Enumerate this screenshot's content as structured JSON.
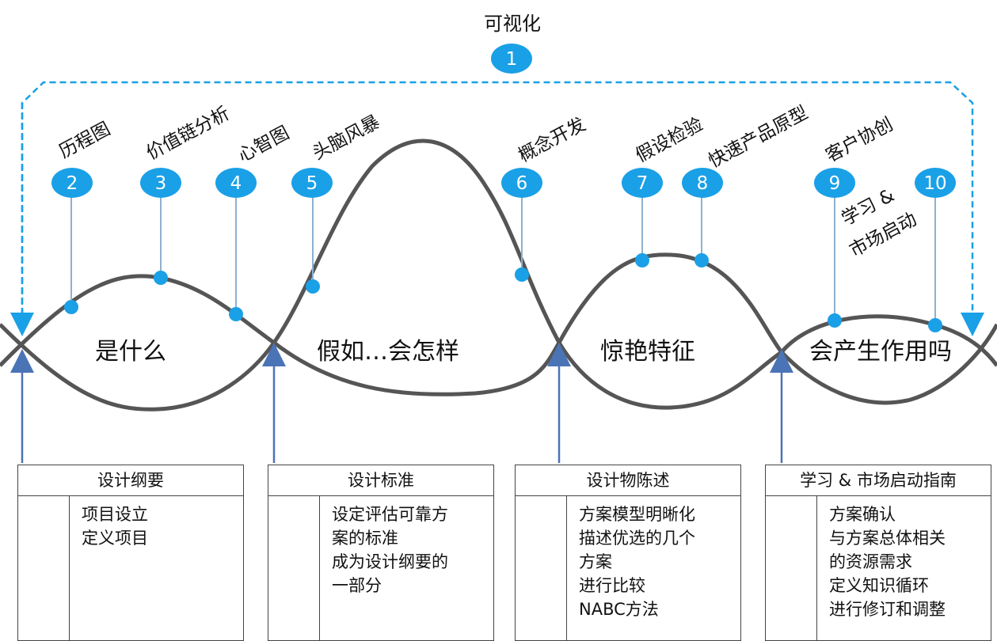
{
  "title": "可视化",
  "title_number": "1",
  "stages": [
    "是什么",
    "假如…会怎样",
    "惊艳特征",
    "会产生作用吗"
  ],
  "tools": [
    {
      "number": "2",
      "label": "历程图"
    },
    {
      "number": "3",
      "label": "价值链分析"
    },
    {
      "number": "4",
      "label": "心智图"
    },
    {
      "number": "5",
      "label": "头脑风暴"
    },
    {
      "number": "6",
      "label": "概念开发"
    },
    {
      "number": "7",
      "label": "假设检验"
    },
    {
      "number": "8",
      "label": "快速产品原型"
    },
    {
      "number": "9",
      "label": "客户协创"
    },
    {
      "number": "10",
      "label_line1": "学习 &",
      "label_line2": "市场启动"
    }
  ],
  "boxes": [
    {
      "title": "设计纲要",
      "lines": [
        "项目设立",
        "定义项目"
      ]
    },
    {
      "title": "设计标准",
      "lines": [
        "设定评估可靠方",
        "案的标准",
        "成为设计纲要的",
        "一部分"
      ]
    },
    {
      "title": "设计物陈述",
      "lines": [
        "方案模型明晰化",
        "描述优选的几个",
        "方案",
        "进行比较",
        "NABC方法"
      ]
    },
    {
      "title": "学习 & 市场启动指南",
      "lines": [
        "方案确认",
        "与方案总体相关",
        "的资源需求",
        "定义知识循环",
        "进行修订和调整"
      ]
    }
  ],
  "colors": {
    "accent": "#1aa0e6",
    "curve": "#555555",
    "arrow": "#4a74b5",
    "connector": "#8fb0d0"
  }
}
